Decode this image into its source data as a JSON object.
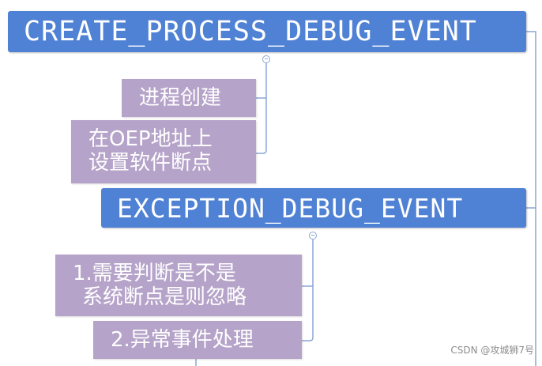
{
  "nodes": {
    "create_process": "CREATE_PROCESS_DEBUG_EVENT",
    "process_created": "进程创建",
    "oep_line1": "在OEP地址上",
    "oep_line2": "设置软件断点",
    "exception": "EXCEPTION_DEBUG_EVENT",
    "judge_line1": "1.需要判断是不是",
    "judge_line2": "系统断点是则忽略",
    "handle_exception": "2.异常事件处理"
  },
  "watermark": "CSDN @攻城狮7号",
  "colors": {
    "main_node": "#4f81d4",
    "sub_node": "#b5a3c9",
    "connector": "#8aa6d6"
  }
}
